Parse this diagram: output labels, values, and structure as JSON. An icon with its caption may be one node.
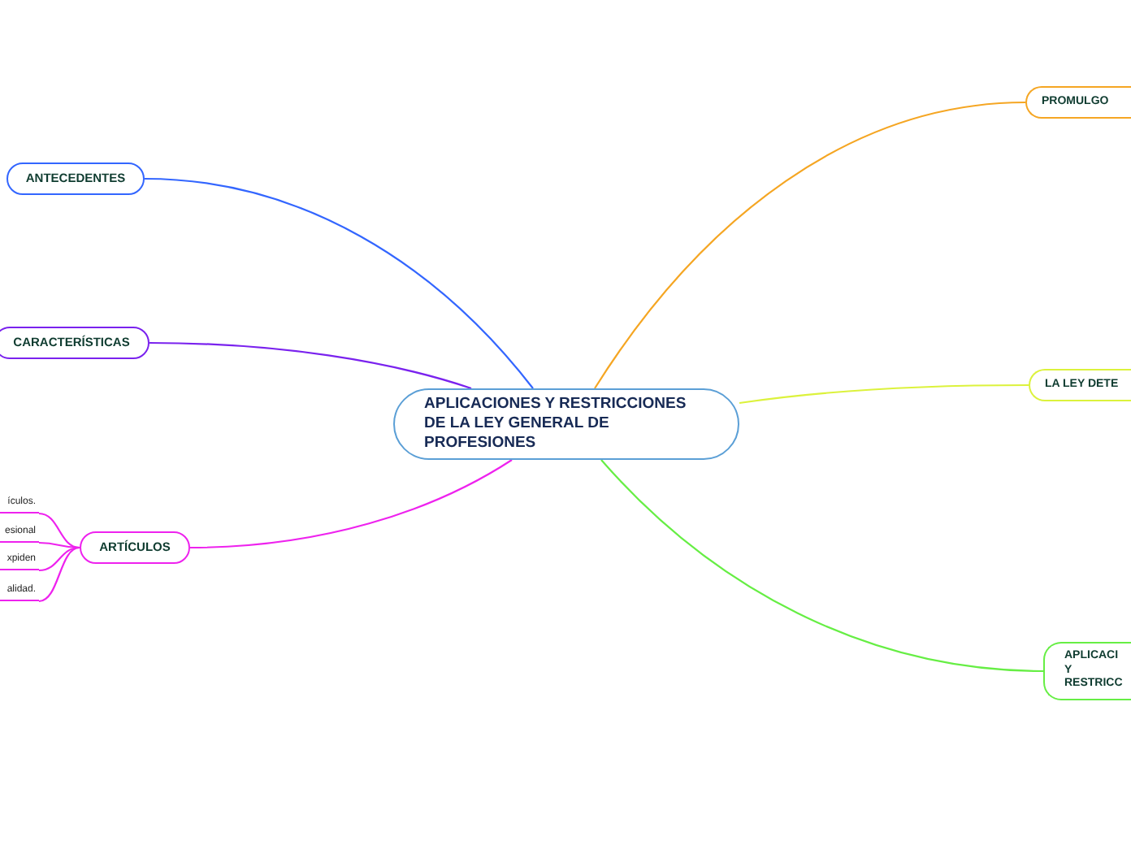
{
  "diagram": {
    "nodes": [
      {
        "text": [
          "APLICACIONES Y RESTRICCIONES DE LA LEY GENERAL DE PROFESIONES"
        ]
      },
      {
        "text": [
          "ANTECEDENTES"
        ]
      },
      {
        "text": [
          "CARACTERÍSTICAS"
        ]
      },
      {
        "text": [
          "ARTÍCULOS"
        ]
      },
      {
        "text": [
          "ículos."
        ]
      },
      {
        "text": [
          "esional"
        ]
      },
      {
        "text": [
          "xpiden"
        ]
      },
      {
        "text": [
          "alidad."
        ]
      },
      {
        "text": [
          "PROMULGO"
        ]
      },
      {
        "text": [
          "LA LEY DETE"
        ]
      },
      {
        "text": [
          "APLICACI Y RESTRICC"
        ]
      }
    ],
    "edges": [
      {
        "from": 0,
        "to": 1,
        "arrow": "none",
        "color": "#3366ff"
      },
      {
        "from": 0,
        "to": 2,
        "arrow": "none",
        "color": "#7a22ee"
      },
      {
        "from": 0,
        "to": 3,
        "arrow": "none",
        "color": "#ee22ee"
      },
      {
        "from": 3,
        "to": 4,
        "arrow": "none",
        "color": "#ee22ee"
      },
      {
        "from": 3,
        "to": 5,
        "arrow": "none",
        "color": "#ee22ee"
      },
      {
        "from": 3,
        "to": 6,
        "arrow": "none",
        "color": "#ee22ee"
      },
      {
        "from": 3,
        "to": 7,
        "arrow": "none",
        "color": "#ee22ee"
      },
      {
        "from": 0,
        "to": 8,
        "arrow": "none",
        "color": "#f5a623"
      },
      {
        "from": 0,
        "to": 9,
        "arrow": "none",
        "color": "#dcf23c"
      },
      {
        "from": 0,
        "to": 10,
        "arrow": "none",
        "color": "#66ee44"
      }
    ]
  }
}
